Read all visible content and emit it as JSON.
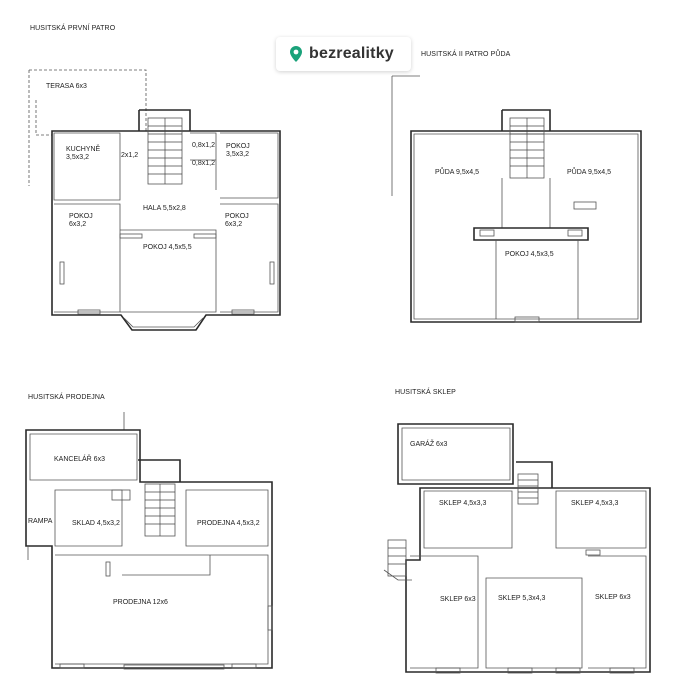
{
  "brand": {
    "name": "bezrealitky",
    "accent_color": "#1aa27a",
    "icon": "map-pin-icon"
  },
  "floors": {
    "first_floor": {
      "title": "HUSITSKÁ PRVNÍ PATRO",
      "rooms": {
        "terasa": "TERASA 6x3",
        "kuchyne": "KUCHYNĚ\n3,5x3,2",
        "sklad_small": "2x1,2",
        "hala": "HALA 5,5x2,8",
        "wc1": "0,8x1,2",
        "wc2": "0,8x1,2",
        "pokoj_ne": "POKOJ\n3,5x3,2",
        "pokoj_w": "POKOJ\n6x3,2",
        "pokoj_e": "POKOJ\n6x3,2",
        "pokoj_center": "POKOJ 4,5x5,5"
      }
    },
    "attic": {
      "title": "HUSITSKÁ II PATRO PŮDA",
      "rooms": {
        "puda_w": "PŮDA 9,5x4,5",
        "puda_e": "PŮDA 9,5x4,5",
        "pokoj": "POKOJ 4,5x3,5"
      }
    },
    "shop": {
      "title": "HUSITSKÁ PRODEJNA",
      "rooms": {
        "kancelar": "KANCELÁŘ 6x3",
        "rampa": "RAMPA",
        "sklad": "SKLAD 4,5x3,2",
        "prodejna_small": "PRODEJNA 4,5x3,2",
        "prodejna_big": "PRODEJNA 12x6"
      }
    },
    "cellar": {
      "title": "HUSITSKÁ SKLEP",
      "rooms": {
        "garaz": "GARÁŽ 6x3",
        "sklep_nw": "SKLEP 4,5x3,3",
        "sklep_ne": "SKLEP 4,5x3,3",
        "sklep_sw": "SKLEP 6x3",
        "sklep_center": "SKLEP 5,3x4,3",
        "sklep_se": "SKLEP 6x3"
      }
    }
  }
}
